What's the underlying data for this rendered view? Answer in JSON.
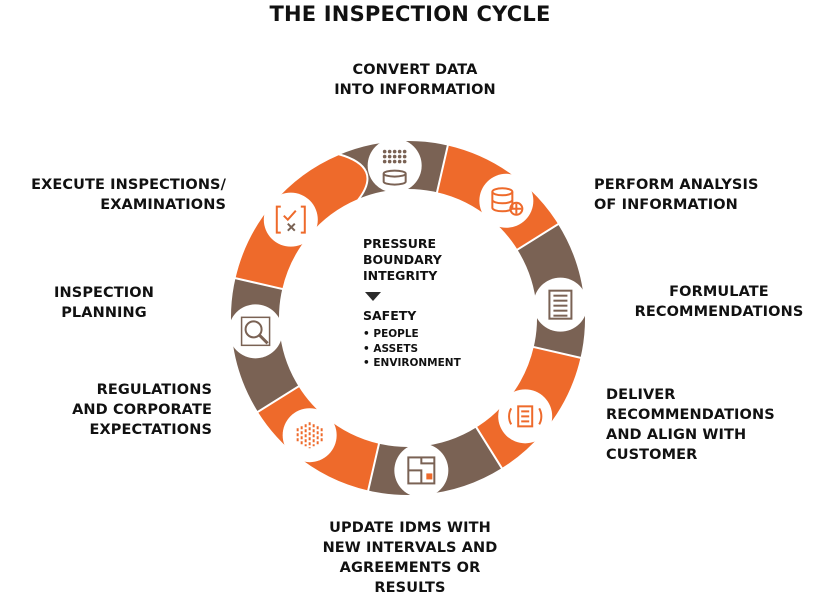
{
  "title": "THE INSPECTION CYCLE",
  "center": {
    "main": "PRESSURE\nBOUNDARY\nINTEGRITY",
    "safety_title": "SAFETY",
    "safety_items": [
      "PEOPLE",
      "ASSETS",
      "ENVIRONMENT"
    ]
  },
  "steps": [
    {
      "label": "CONVERT DATA\nINTO INFORMATION",
      "icon": "data-database-icon",
      "color": "#7a6254"
    },
    {
      "label": "PERFORM ANALYSIS\nOF INFORMATION",
      "icon": "database-analysis-icon",
      "color": "#ee6a2b"
    },
    {
      "label": "FORMULATE\nRECOMMENDATIONS",
      "icon": "document-list-icon",
      "color": "#7a6254"
    },
    {
      "label": "DELIVER\nRECOMMENDATIONS\nAND ALIGN WITH\nCUSTOMER",
      "icon": "document-delivery-icon",
      "color": "#ee6a2b"
    },
    {
      "label": "UPDATE IDMS WITH\nNEW INTERVALS AND\nAGREEMENTS OR\nRESULTS",
      "icon": "network-update-icon",
      "color": "#7a6254"
    },
    {
      "label": "REGULATIONS\nAND CORPORATE\nEXPECTATIONS",
      "icon": "regulations-pattern-icon",
      "color": "#ee6a2b"
    },
    {
      "label": "INSPECTION\nPLANNING",
      "icon": "magnifier-planning-icon",
      "color": "#7a6254"
    },
    {
      "label": "EXECUTE INSPECTIONS/\nEXAMINATIONS",
      "icon": "checklist-inspection-icon",
      "color": "#ee6a2b"
    }
  ],
  "colors": {
    "orange": "#ee6a2b",
    "brown": "#7a6254",
    "text": "#111111"
  }
}
